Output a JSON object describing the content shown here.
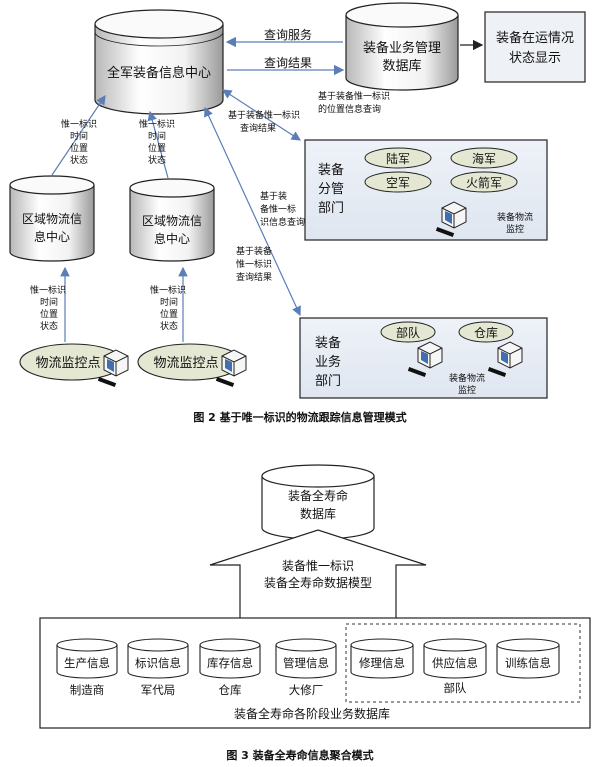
{
  "fig2": {
    "central_db": "全军装备信息中心",
    "biz_db_l1": "装备业务管理",
    "biz_db_l2": "数据库",
    "status_box_l1": "装备在运情况",
    "status_box_l2": "状态显示",
    "query_service": "查询服务",
    "query_result": "查询结果",
    "mid_label_l1": "基于装备惟一标识",
    "mid_label_l2": "的位置信息查询",
    "left_label_l1": "基于装备惟一标识",
    "left_label_l2": "查询结果",
    "branch_query_l1": "基于装",
    "branch_query_l2": "备惟一标",
    "branch_query_l3": "识信息查询",
    "biz_result_l1": "基于装备",
    "biz_result_l2": "惟一标识",
    "biz_result_l3": "查询结果",
    "id_note": [
      "惟一标识",
      "时间",
      "位置",
      "状态"
    ],
    "regional_center_l1": "区域物流信",
    "regional_center_l2": "息中心",
    "logistics_point": "物流监控点",
    "branch_dept_l1": "装备",
    "branch_dept_l2": "分管",
    "branch_dept_l3": "部门",
    "branch_units": [
      "陆军",
      "海军",
      "空军",
      "火箭军"
    ],
    "monitor_l1": "装备物流",
    "monitor_l2": "监控",
    "biz_dept_l1": "装备",
    "biz_dept_l2": "业务",
    "biz_dept_l3": "部门",
    "biz_units": [
      "部队",
      "仓库"
    ],
    "caption": "图 2   基于唯一标识的物流跟踪信息管理模式"
  },
  "fig3": {
    "lifecycle_db_l1": "装备全寿命",
    "lifecycle_db_l2": "数据库",
    "model_l1": "装备惟一标识",
    "model_l2": "装备全寿命数据模型",
    "dbs": [
      "生产信息",
      "标识信息",
      "库存信息",
      "管理信息",
      "修理信息",
      "供应信息",
      "训练信息"
    ],
    "owners": [
      "制造商",
      "军代局",
      "仓库",
      "大修厂",
      "部队"
    ],
    "bottom_label": "装备全寿命各阶段业务数据库",
    "caption": "图 3   装备全寿命信息聚合模式"
  },
  "colors": {
    "arrow": "#5b7db8",
    "cyl_light": "#ffffff",
    "cyl_dark": "#bcbcbc",
    "oval": "#e4e8d2",
    "box_bg": "#e9eef6"
  }
}
